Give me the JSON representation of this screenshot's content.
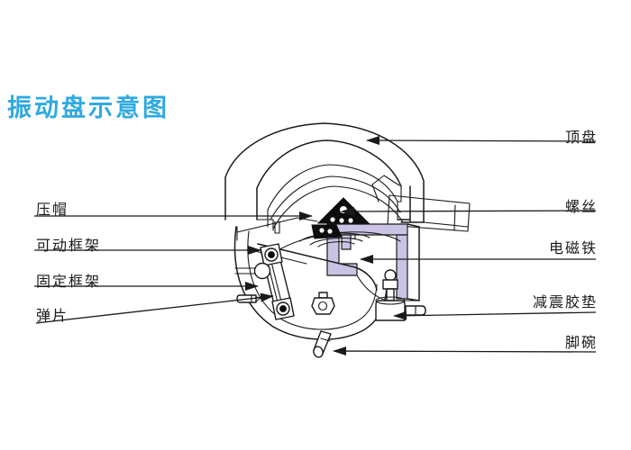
{
  "title": "振动盘示意图",
  "colors": {
    "title": "#2fa9e1",
    "line": "#1a1a1a",
    "electromagnet": "#cbc3e6",
    "cap": "#0d0d0d",
    "background": "#ffffff"
  },
  "labels": {
    "left": [
      {
        "id": "pressure-cap",
        "text": "压帽"
      },
      {
        "id": "movable-frame",
        "text": "可动框架"
      },
      {
        "id": "fixed-frame",
        "text": "固定框架"
      },
      {
        "id": "spring-plate",
        "text": "弹片"
      }
    ],
    "right": [
      {
        "id": "top-plate",
        "text": "顶盘"
      },
      {
        "id": "screw",
        "text": "螺丝"
      },
      {
        "id": "electromagnet",
        "text": "电磁铁"
      },
      {
        "id": "damper-pad",
        "text": "减震胶垫"
      },
      {
        "id": "foot-cup",
        "text": "脚碗"
      }
    ]
  }
}
